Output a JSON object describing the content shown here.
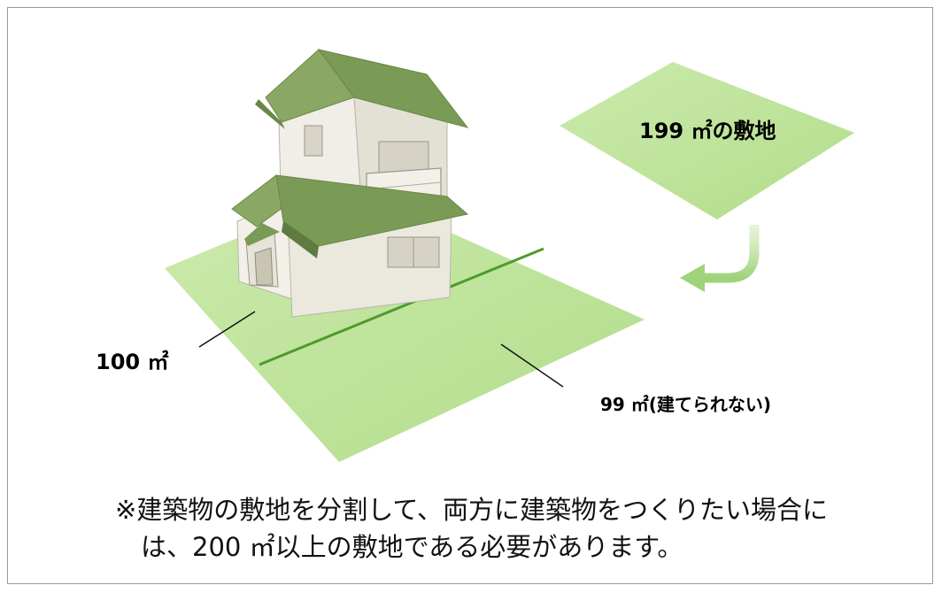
{
  "labels": {
    "separate_lot": "199 ㎡の敷地",
    "parcel_with_house": "100 ㎡",
    "parcel_without_house": "99 ㎡(建てられない)"
  },
  "note": {
    "line1": "※建築物の敷地を分割して、両方に建築物をつくりたい場合に",
    "line2": "は、200 ㎡以上の敷地である必要があります。"
  },
  "colors": {
    "lot_fill": "#b7e08f",
    "divider_line": "#4f9a2c",
    "arrow": "#9fd37a",
    "roof": "#7a9b55",
    "wall": "#eeece3"
  }
}
